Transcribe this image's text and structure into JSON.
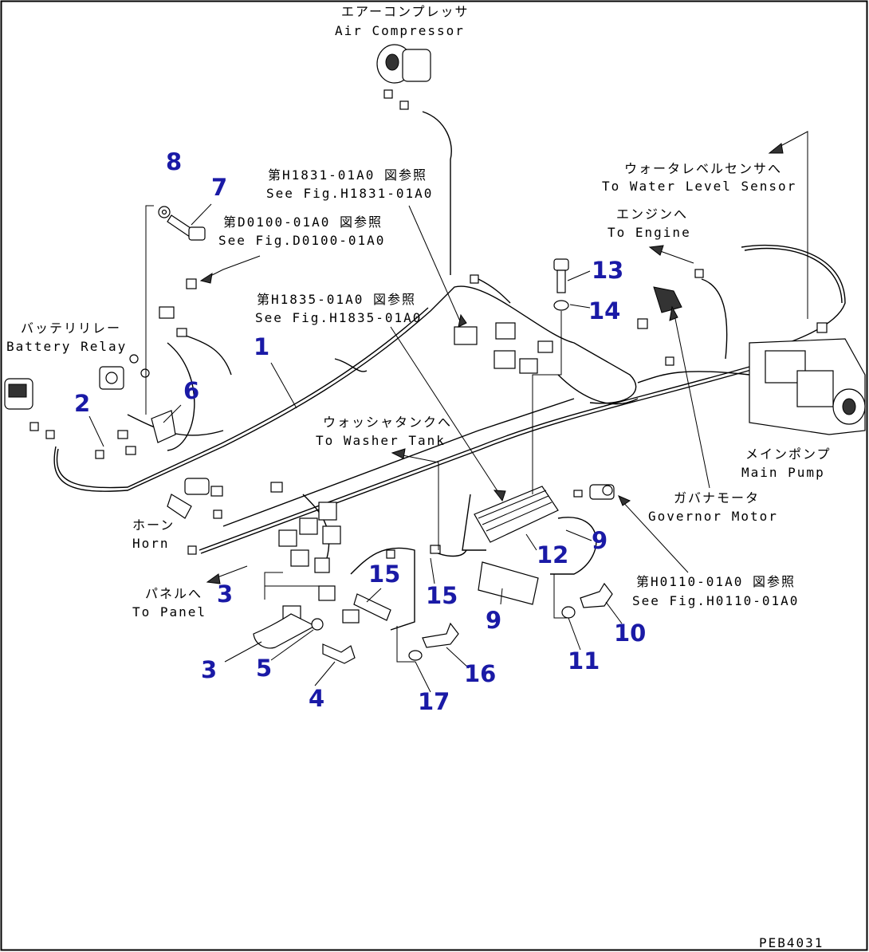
{
  "labels": {
    "air_compressor_jp": "エアーコンプレッサ",
    "air_compressor_en": "Air Compressor",
    "water_level_jp": "ウォータレベルセンサへ",
    "water_level_en": "To Water Level Sensor",
    "engine_jp": "エンジンへ",
    "engine_en": "To Engine",
    "fig_h1831_jp": "第H1831-01A0 図参照",
    "fig_h1831_en": "See Fig.H1831-01A0",
    "fig_d0100_jp": "第D0100-01A0 図参照",
    "fig_d0100_en": "See Fig.D0100-01A0",
    "fig_h1835_jp": "第H1835-01A0 図参照",
    "fig_h1835_en": "See Fig.H1835-01A0",
    "battery_relay_jp": "バッテリリレー",
    "battery_relay_en": "Battery Relay",
    "washer_tank_jp": "ウォッシャタンクへ",
    "washer_tank_en": "To Washer Tank",
    "main_pump_jp": "メインポンプ",
    "main_pump_en": "Main Pump",
    "governor_jp": "ガバナモータ",
    "governor_en": "Governor Motor",
    "horn_jp": "ホーン",
    "horn_en": "Horn",
    "panel_jp": "パネルへ",
    "panel_en": "To Panel",
    "fig_h0110_jp": "第H0110-01A0 図参照",
    "fig_h0110_en": "See Fig.H0110-01A0",
    "drawing_code": "PEB4031"
  },
  "callouts": {
    "c1": "1",
    "c2": "2",
    "c3a": "3",
    "c3b": "3",
    "c4": "4",
    "c5": "5",
    "c6": "6",
    "c7": "7",
    "c8": "8",
    "c9a": "9",
    "c9b": "9",
    "c10": "10",
    "c11": "11",
    "c12": "12",
    "c13": "13",
    "c14": "14",
    "c15a": "15",
    "c15b": "15",
    "c16": "16",
    "c17": "17"
  },
  "colors": {
    "line": "#000000",
    "callout": "#1a1aa6",
    "background": "#ffffff"
  }
}
